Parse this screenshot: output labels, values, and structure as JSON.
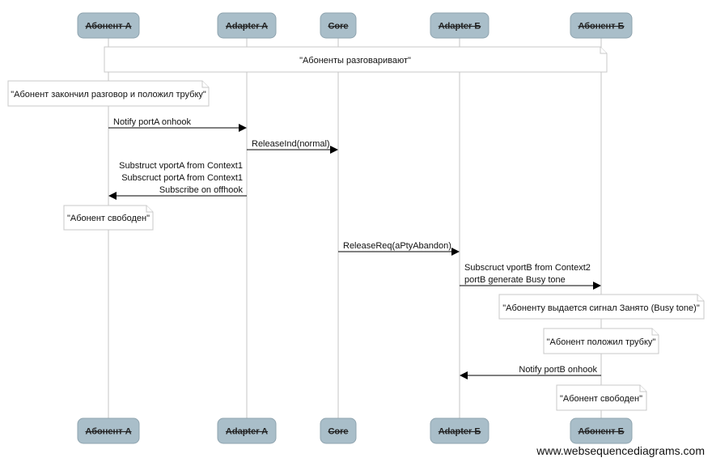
{
  "actors": [
    {
      "id": "a",
      "label": "Абонент А"
    },
    {
      "id": "ada",
      "label": "Adapter A"
    },
    {
      "id": "core",
      "label": "Core"
    },
    {
      "id": "adb",
      "label": "Adapter Б"
    },
    {
      "id": "b",
      "label": "Абонент Б"
    }
  ],
  "notes": [
    {
      "id": "n1",
      "over": [
        "a",
        "b"
      ],
      "text": "\"Абоненты разговаривают\""
    },
    {
      "id": "n2",
      "leftOf": "a",
      "text": "\"Абонент закончил разговор и положил трубку\""
    },
    {
      "id": "n3",
      "over": [
        "a"
      ],
      "text": "\"Абонент свободен\""
    },
    {
      "id": "n4",
      "over": [
        "b"
      ],
      "text": "\"Абоненту выдается сигнал Занято (Busy tone)\""
    },
    {
      "id": "n5",
      "over": [
        "b"
      ],
      "text": "\"Абонент положил трубку\""
    },
    {
      "id": "n6",
      "over": [
        "b"
      ],
      "text": "\"Абонент свободен\""
    }
  ],
  "messages": [
    {
      "id": "m1",
      "from": "a",
      "to": "ada",
      "lines": [
        "Notify portA onhook"
      ]
    },
    {
      "id": "m2",
      "from": "ada",
      "to": "core",
      "lines": [
        "ReleaseInd(normal)"
      ]
    },
    {
      "id": "m3",
      "from": "ada",
      "to": "a",
      "lines": [
        "Substruct vportA from Context1",
        "Subscruct portA from Context1",
        "Subscribe on offhook"
      ]
    },
    {
      "id": "m4",
      "from": "core",
      "to": "adb",
      "lines": [
        "ReleaseReq(aPtyAbandon)"
      ]
    },
    {
      "id": "m5",
      "from": "adb",
      "to": "b",
      "lines": [
        "Subscruct vportB from Context2",
        "portB generate Busy tone"
      ]
    },
    {
      "id": "m6",
      "from": "b",
      "to": "adb",
      "lines": [
        "Notify portB onhook"
      ]
    }
  ],
  "watermark": "www.websequencediagrams.com"
}
